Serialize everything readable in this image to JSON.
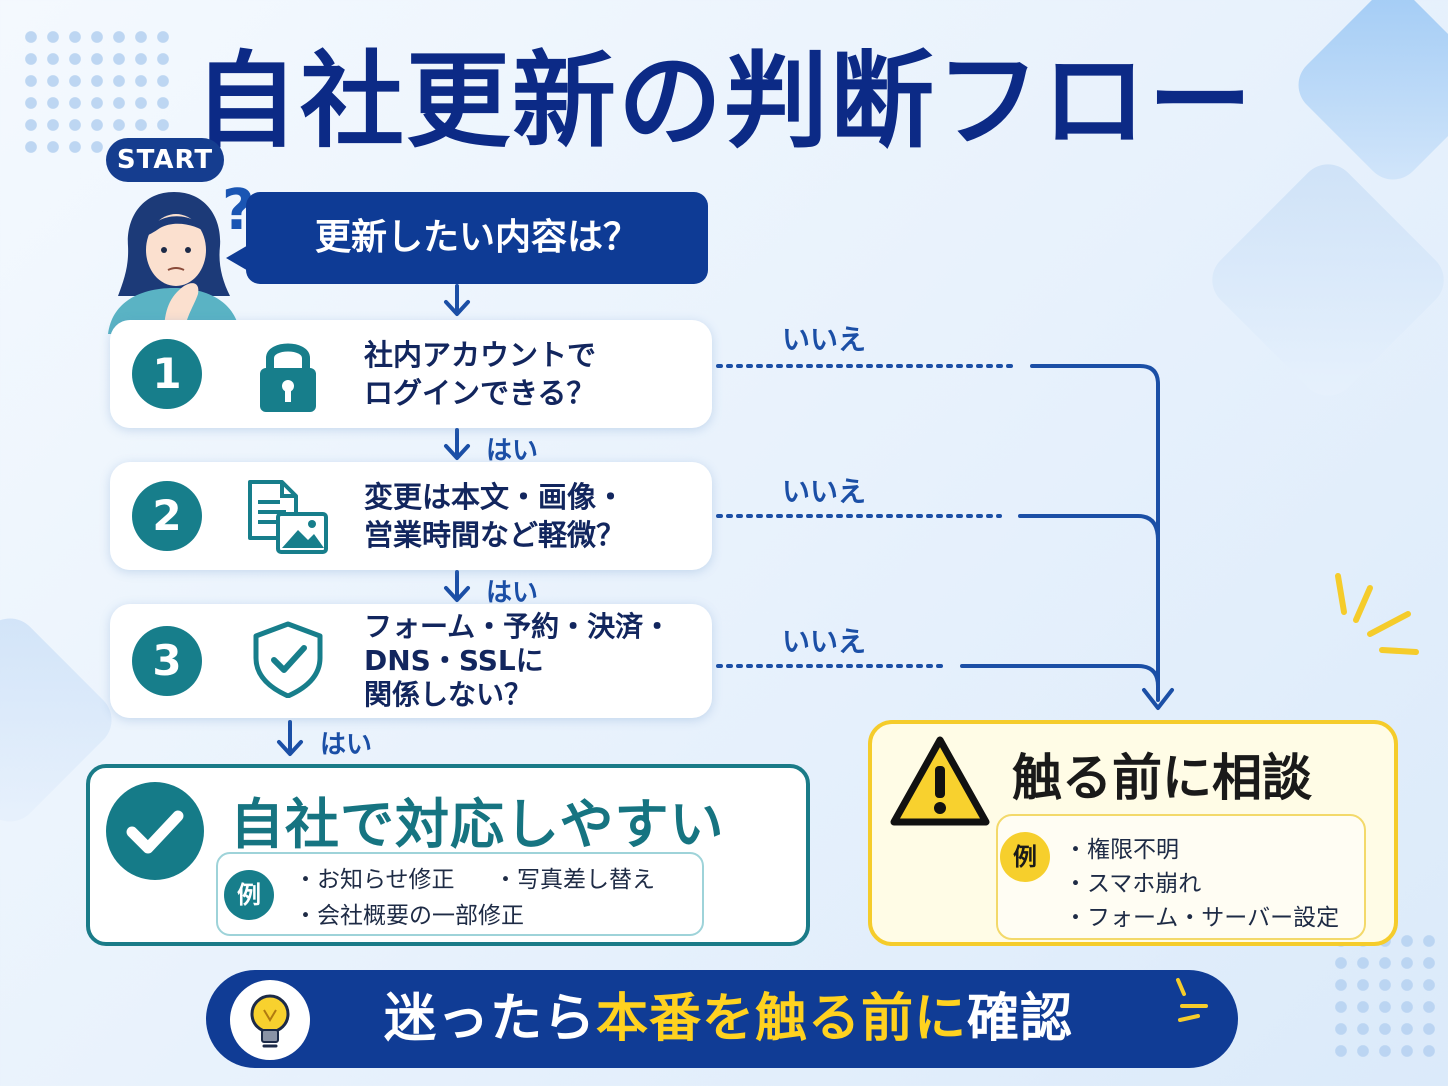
{
  "title": "自社更新の判断フロー",
  "start": {
    "badge": "START",
    "question_mark": "?",
    "person_icon": "thinking-person-icon"
  },
  "question": "更新したい内容は？",
  "steps": [
    {
      "number": "1",
      "icon": "lock-icon",
      "lines": [
        "社内アカウントで",
        "ログインできる？"
      ],
      "yes": "はい",
      "no": "いいえ"
    },
    {
      "number": "2",
      "icon": "document-image-icon",
      "lines": [
        "変更は本文・画像・",
        "営業時間など軽微？"
      ],
      "yes": "はい",
      "no": "いいえ"
    },
    {
      "number": "3",
      "icon": "shield-check-icon",
      "lines": [
        "フォーム・予約・決済・",
        "DNS・SSLに",
        "関係しない？"
      ],
      "yes": "はい",
      "no": "いいえ"
    }
  ],
  "result_self": {
    "title": "自社で対応しやすい",
    "example_badge": "例",
    "examples": [
      "・お知らせ修正",
      "・写真差し替え",
      "・会社概要の一部修正"
    ],
    "icon": "check-circle-icon"
  },
  "result_consult": {
    "title": "触る前に相談",
    "example_badge": "例",
    "examples": [
      "・権限不明",
      "・スマホ崩れ",
      "・フォーム・サーバー設定"
    ],
    "icon": "warning-icon"
  },
  "banner": {
    "text_white": "迷ったら",
    "text_yellow": "本番を触る前に",
    "text_white_end": "確認",
    "icon": "lightbulb-icon"
  },
  "colors": {
    "navy": "#0e3b95",
    "teal": "#177e8b",
    "yellow": "#f5cc2b",
    "flow_blue": "#1b4fa6"
  }
}
